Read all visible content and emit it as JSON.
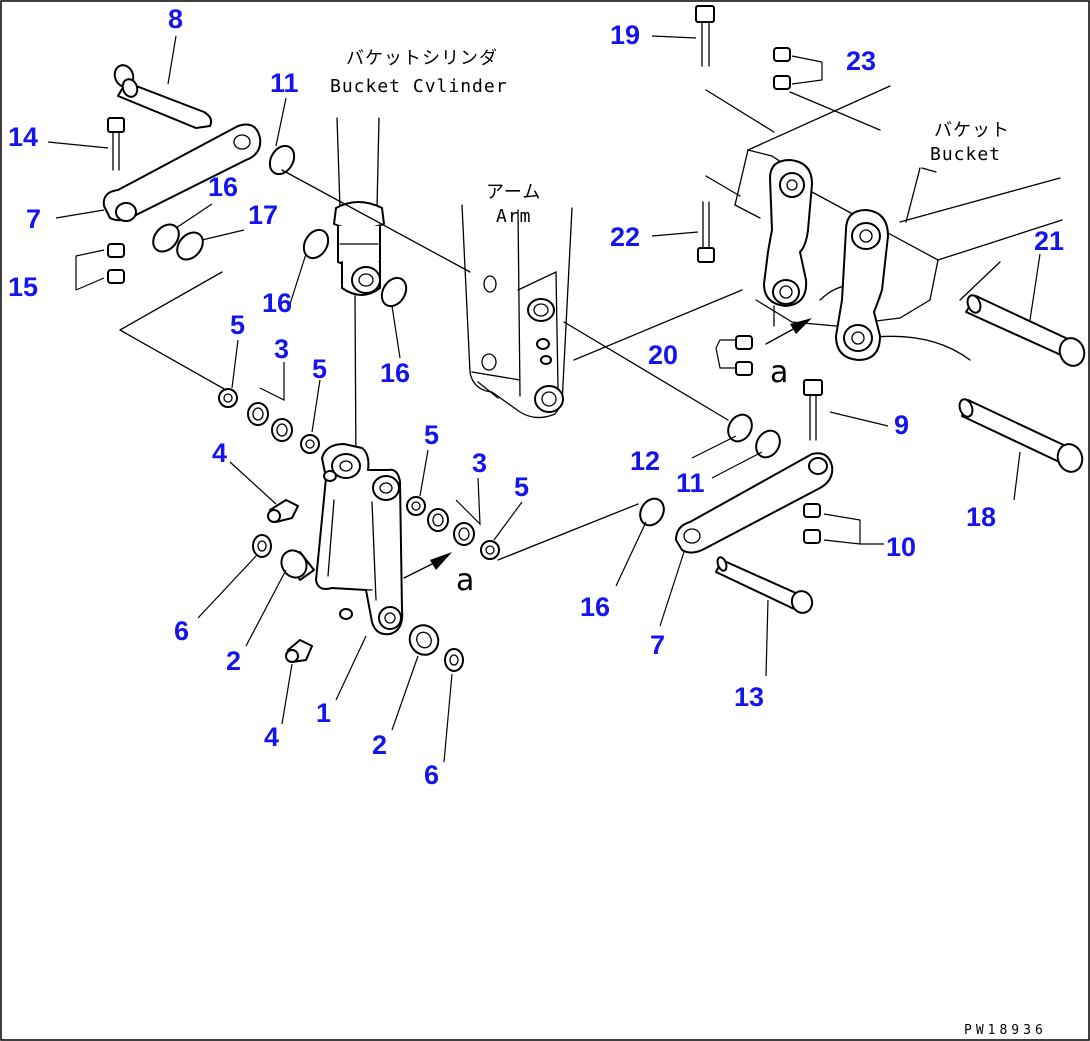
{
  "diagram": {
    "captions": {
      "bucket_cylinder_jp": "バケットシリンダ",
      "bucket_cylinder_en": "Bucket Cvlinder",
      "arm_jp": "アーム",
      "arm_en": "Arm",
      "bucket_jp": "バケット",
      "bucket_en": "Bucket",
      "arrow_marker": "a",
      "drawing_code": "PW18936"
    },
    "callouts": {
      "link_1": "1",
      "bushing_2_left": "2",
      "bushing_2_right": "2",
      "seal_set_3_left": "3",
      "seal_set_3_right": "3",
      "grease_fitting_4_top": "4",
      "grease_fitting_4_bottom": "4",
      "ring_5_a": "5",
      "ring_5_b": "5",
      "ring_5_c": "5",
      "ring_5_d": "5",
      "ring_6_left": "6",
      "ring_6_right": "6",
      "plate_7_left": "7",
      "plate_7_right": "7",
      "pin_8": "8",
      "bolt_9": "9",
      "nut_10": "10",
      "shim_11_top": "11",
      "shim_11_bottom": "11",
      "shim_12": "12",
      "pin_13": "13",
      "bolt_14": "14",
      "nut_15": "15",
      "shim_16_a": "16",
      "shim_16_b": "16",
      "shim_16_c": "16",
      "shim_16_d": "16",
      "shim_17": "17",
      "pin_18": "18",
      "bolt_19": "19",
      "nut_20": "20",
      "pin_21": "21",
      "bolt_22": "22",
      "nut_23": "23"
    }
  }
}
